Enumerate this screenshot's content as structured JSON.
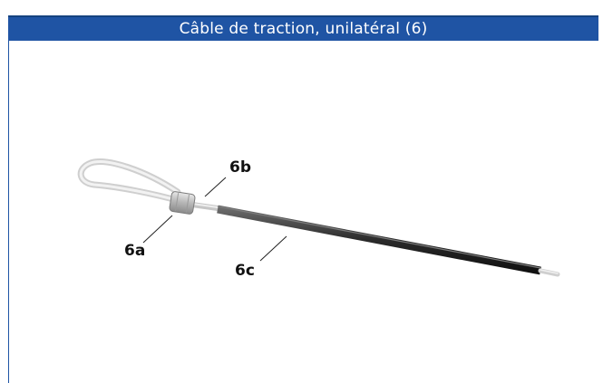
{
  "header": {
    "title": "Câble de traction, unilatéral (6)",
    "color": "#1f54a4"
  },
  "diagram": {
    "labels": {
      "crimp_sleeve": "6a",
      "bare_wire": "6b",
      "sheathed_cable": "6c"
    }
  }
}
